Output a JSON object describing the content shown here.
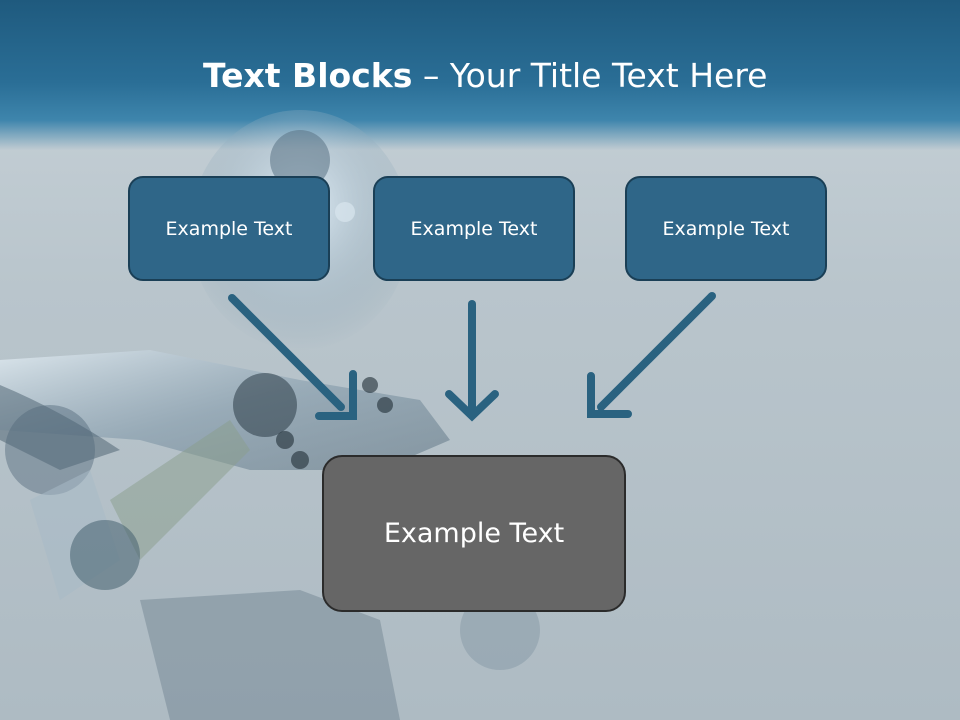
{
  "slide": {
    "title_bold": "Text Blocks",
    "title_dash": " – ",
    "title_rest": "Your Title Text Here"
  },
  "blocks": [
    {
      "text": "Example Text"
    },
    {
      "text": "Example Text"
    },
    {
      "text": "Example Text"
    }
  ],
  "target_block": {
    "text": "Example Text"
  },
  "colors": {
    "header": "#2a6e96",
    "small_block_fill": "#2f6688",
    "small_block_border": "#1a3f56",
    "arrow": "#2a6280",
    "target_fill": "#666666"
  },
  "icons": [
    "arrow-down-right",
    "arrow-down",
    "arrow-down-left"
  ]
}
